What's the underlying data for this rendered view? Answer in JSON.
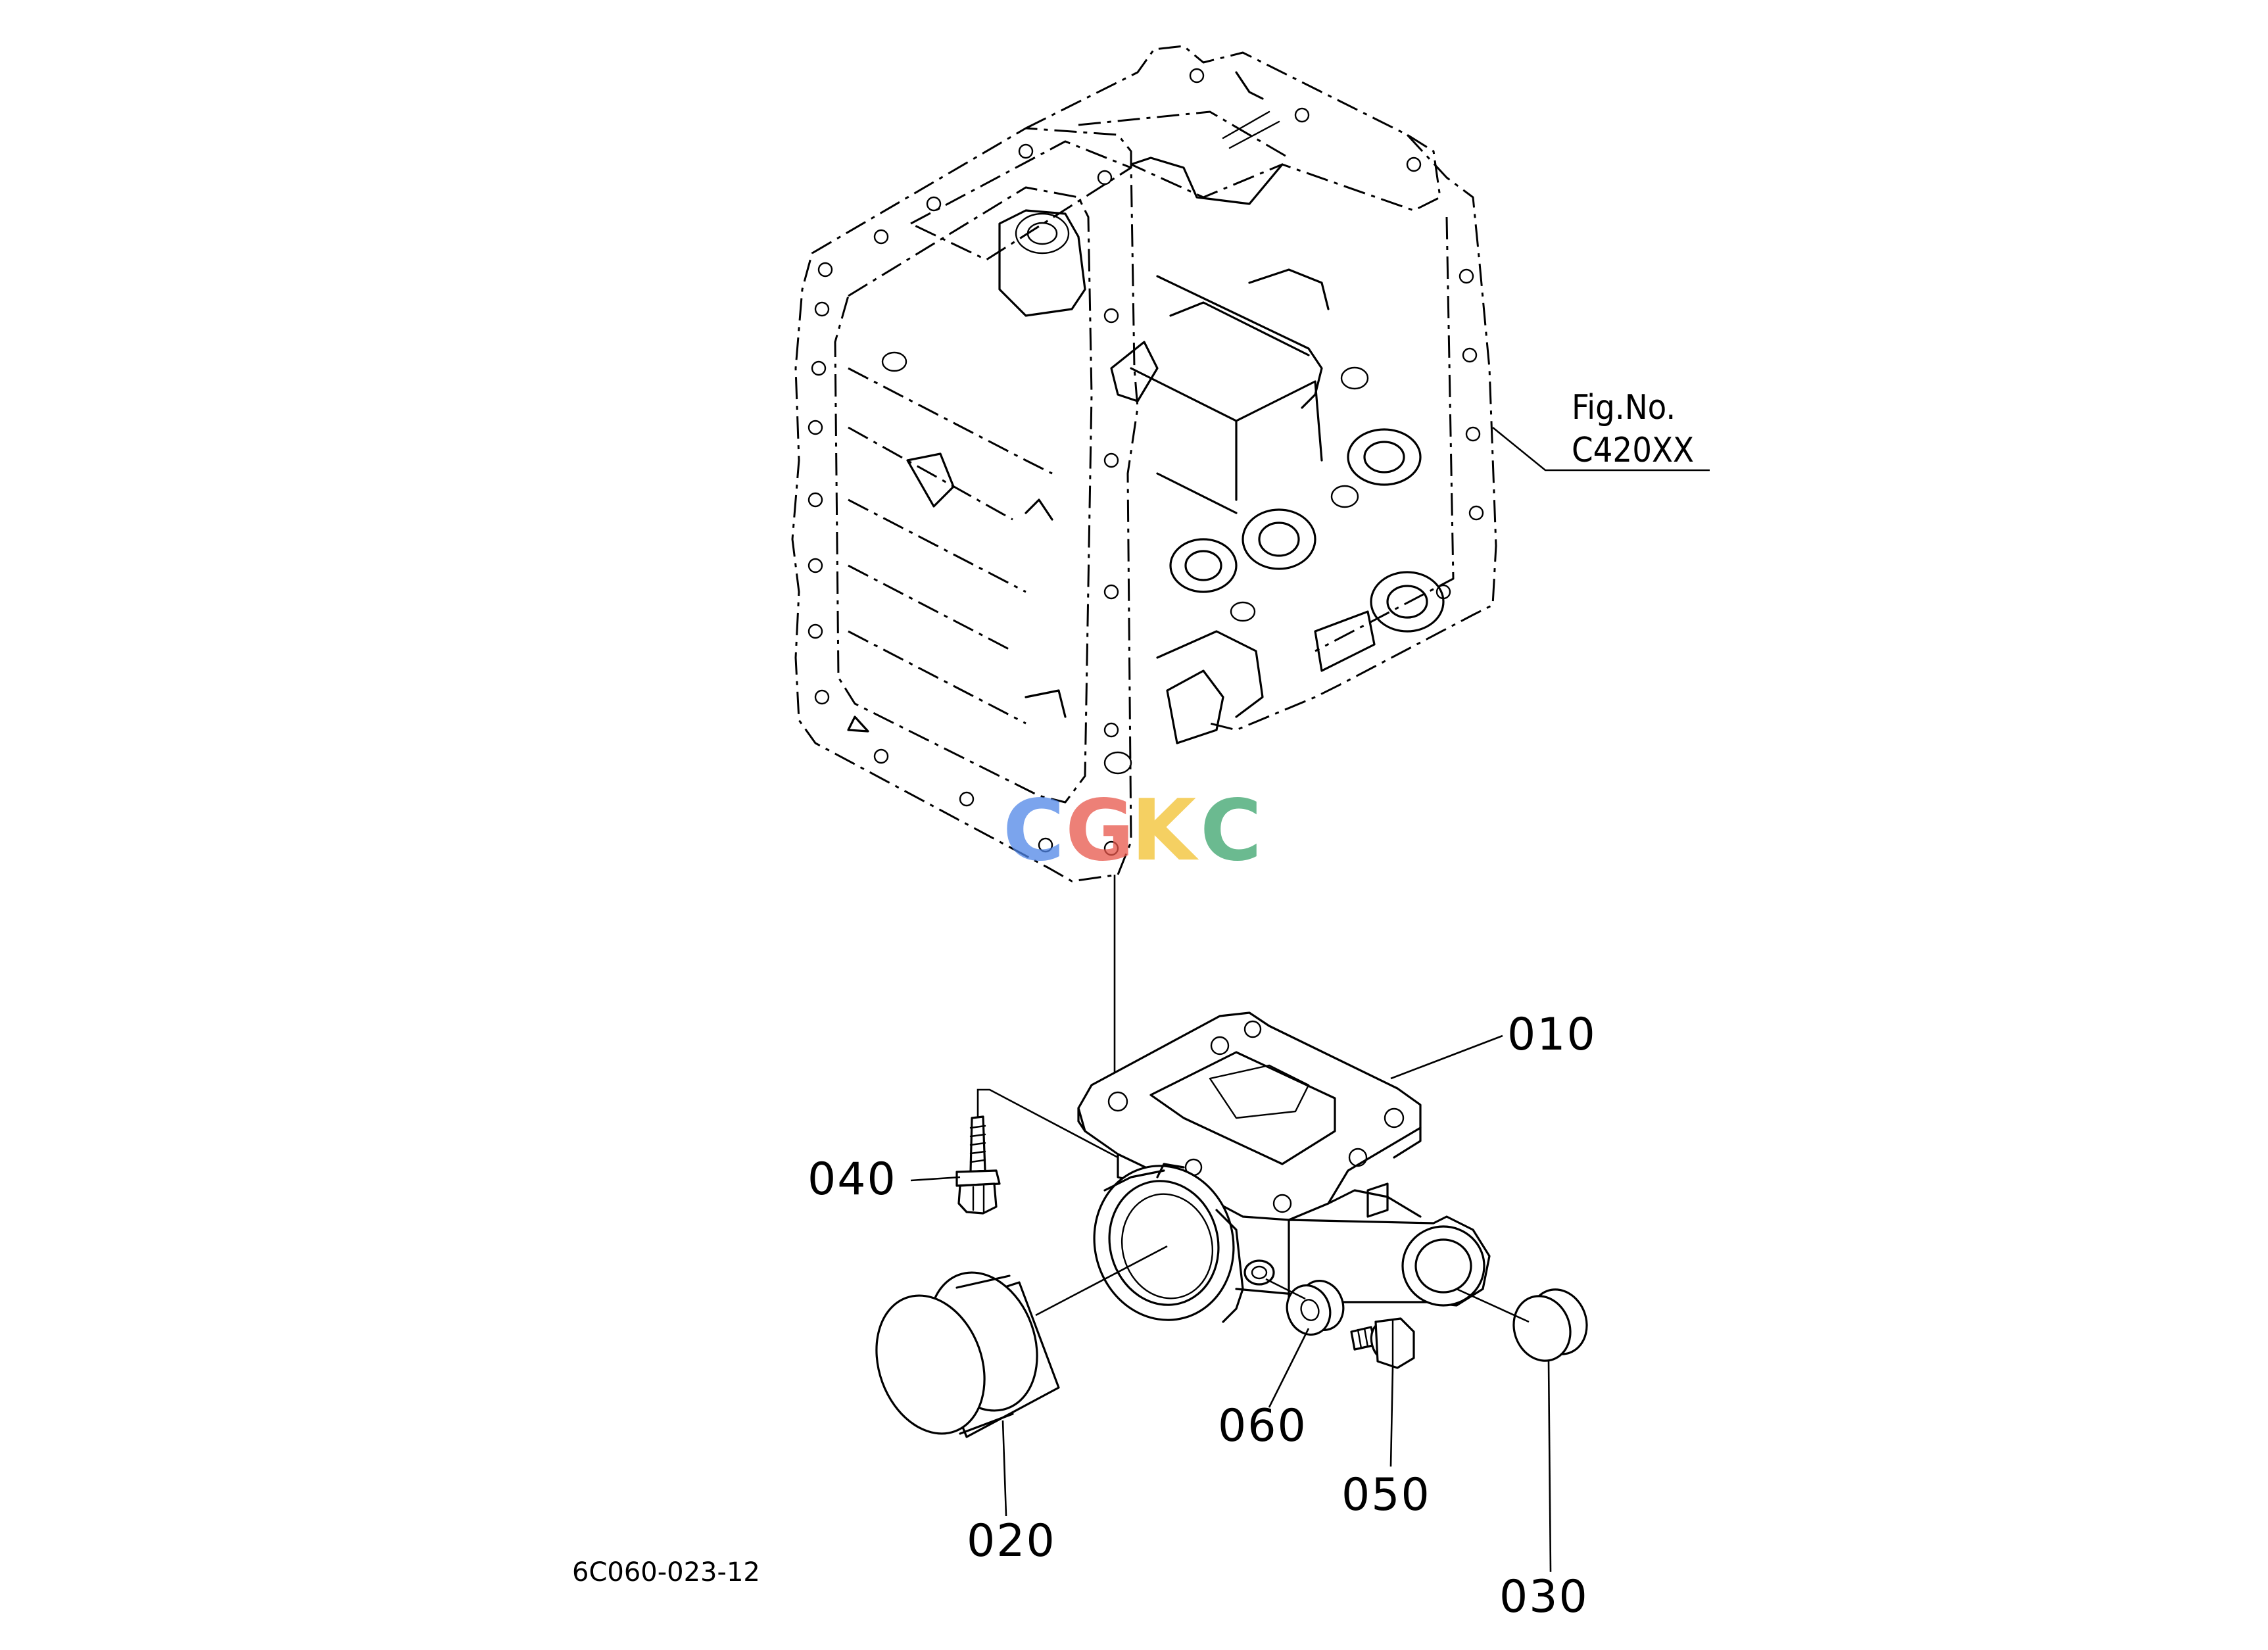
{
  "figure_reference": {
    "line1": "Fig.No.",
    "line2": "C420XX"
  },
  "drawing_code": "6C060-023-12",
  "watermark": {
    "letters": [
      "C",
      "G",
      "K",
      "C"
    ],
    "colors": [
      "#4f86e8",
      "#e8564a",
      "#f2c12e",
      "#3aa36b"
    ]
  },
  "parts": [
    {
      "id": "010",
      "label": "010"
    },
    {
      "id": "020",
      "label": "020"
    },
    {
      "id": "030",
      "label": "030"
    },
    {
      "id": "040",
      "label": "040"
    },
    {
      "id": "050",
      "label": "050"
    },
    {
      "id": "060",
      "label": "060"
    }
  ]
}
